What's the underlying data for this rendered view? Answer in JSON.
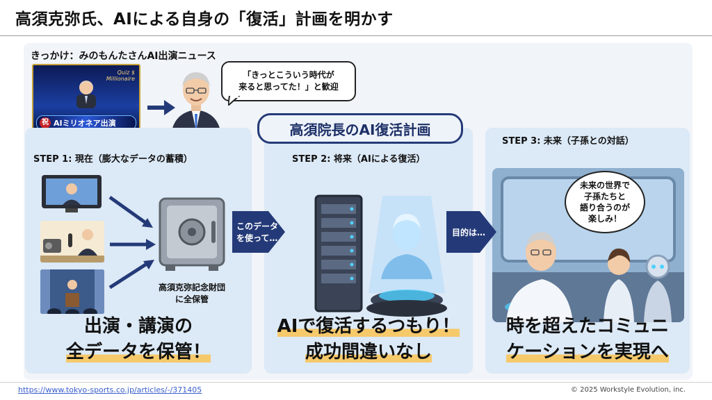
{
  "title": "高須克弥氏、AIによる自身の「復活」計画を明かす",
  "trigger": {
    "label": "きっかけ：みのもんたさんAI出演ニュース",
    "quiz_banner_mark": "祝",
    "quiz_banner": "AIミリオネア出演",
    "quiz_logo_line1": "Quiz $",
    "quiz_logo_line2": "Millionaire",
    "speech_line1": "「きっとこういう時代が",
    "speech_line2": "来ると思ってた！」と歓迎"
  },
  "plan_title": "高須院長のAI復活計画",
  "step1": {
    "heading": "STEP 1: 現在（膨大なデータの蓄積）",
    "safe_label_line1": "高須克弥記念財団",
    "safe_label_line2": "に全保管",
    "caption_line1": "出演・講演の",
    "caption_line2": "全データを保管！"
  },
  "arrow1": {
    "line1": "このデータ",
    "line2": "を使って…"
  },
  "step2": {
    "heading": "STEP 2: 将来（AIによる復活）",
    "caption_line1": "AIで復活するつもり！",
    "caption_line2": "成功間違いなし"
  },
  "arrow2": {
    "label": "目的は…"
  },
  "step3": {
    "heading": "STEP 3: 未来（子孫との対話）",
    "bubble_line1": "未来の世界で",
    "bubble_line2": "子孫たちと",
    "bubble_line3": "語り合うのが",
    "bubble_line4": "楽しみ！",
    "caption_line1": "時を超えたコミュニ",
    "caption_line2": "ケーションを実現へ"
  },
  "footer": {
    "source_url": "https://www.tokyo-sports.co.jp/articles/-/371405",
    "copyright": "© 2025 Workstyle Evolution, inc."
  },
  "colors": {
    "navy": "#243a78",
    "panel_bg": "#dce9f6",
    "highlight": "#f6c96b",
    "link": "#3a5fcd"
  }
}
